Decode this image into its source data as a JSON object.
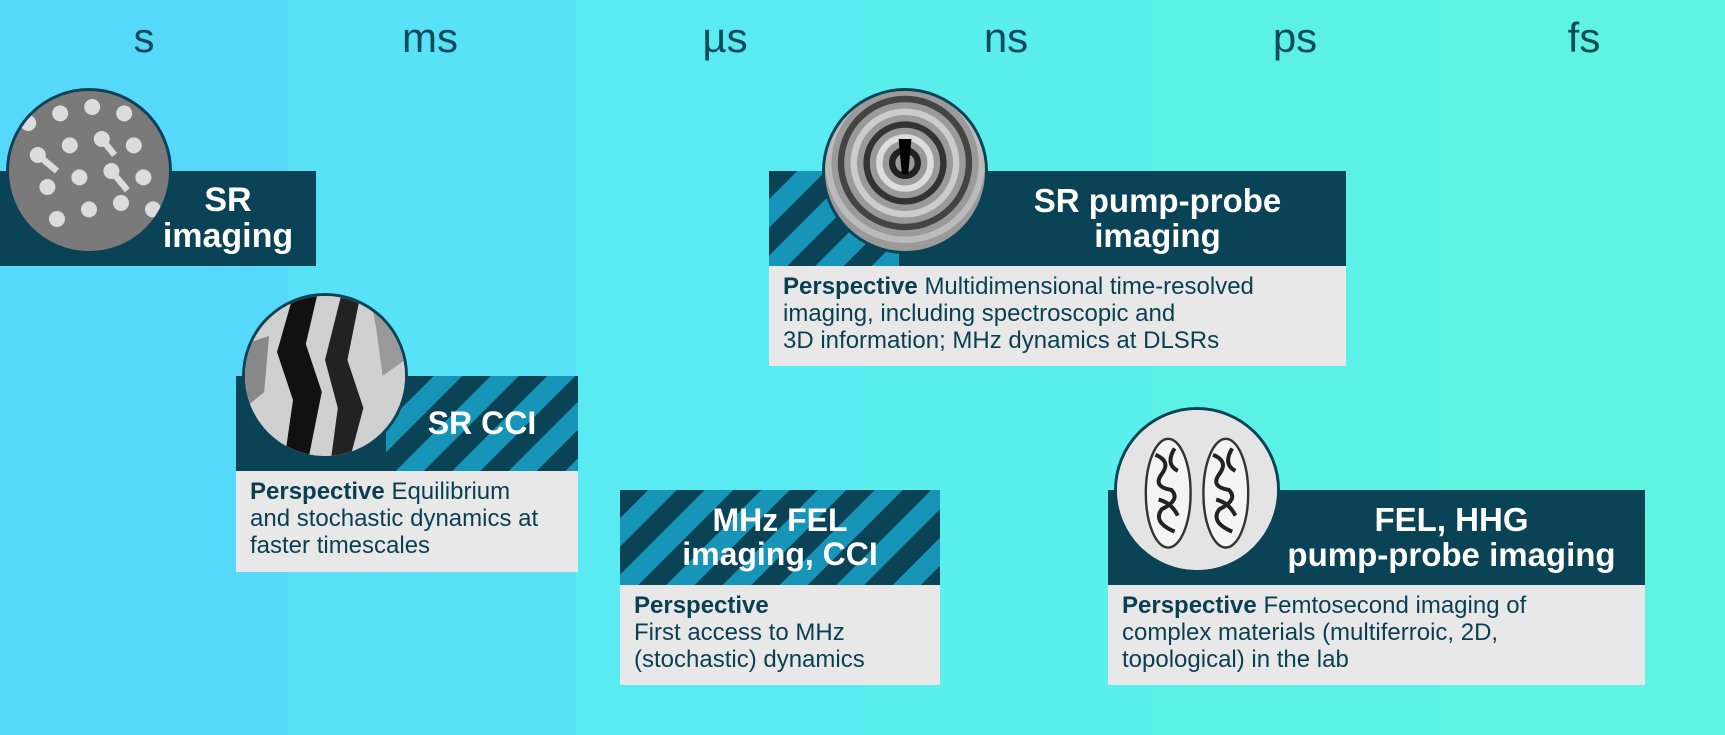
{
  "timescales": [
    "s",
    "ms",
    "µs",
    "ns",
    "ps",
    "fs"
  ],
  "colors": {
    "band_1": "#56d8fb",
    "band_2": "#58e0f7",
    "band_3": "#5aeaf1",
    "band_4": "#5aecee",
    "band_5": "#5cf0e8",
    "band_6": "#5ef4e1",
    "banner": "#0a4256",
    "stripe": "#1795b8",
    "text": "#0d4a5c",
    "desc_bg": "#e8e8e8"
  },
  "methods": {
    "sr_imaging": {
      "title_line1": "SR",
      "title_line2": "imaging",
      "image_icon": "lattice-micrograph-icon"
    },
    "sr_cci": {
      "title": "SR CCI",
      "perspective_label": "Perspective",
      "perspective_line1": "Equilibrium",
      "perspective_line2": "and stochastic dynamics at",
      "perspective_line3": "faster timescales",
      "image_icon": "domain-pattern-micrograph-icon"
    },
    "mhz_fel": {
      "title_line1": "MHz FEL",
      "title_line2": "imaging, CCI",
      "perspective_label": "Perspective",
      "perspective_line1": "First access to MHz",
      "perspective_line2": "(stochastic) dynamics"
    },
    "sr_pump_probe": {
      "title_line1": "SR pump-probe",
      "title_line2": "imaging",
      "perspective_label": "Perspective",
      "perspective_line1": "Multidimensional time-resolved",
      "perspective_line2": "imaging, including spectroscopic and",
      "perspective_line3": "3D information; MHz dynamics at DLSRs",
      "image_icon": "ring-pattern-micrograph-icon"
    },
    "fel_hhg": {
      "title_line1": "FEL, HHG",
      "title_line2": "pump-probe imaging",
      "perspective_label": "Perspective",
      "perspective_line1": "Femtosecond imaging of",
      "perspective_line2": "complex materials (multiferroic, 2D,",
      "perspective_line3": "topological) in the lab",
      "image_icon": "labyrinth-domain-micrograph-icon"
    }
  }
}
